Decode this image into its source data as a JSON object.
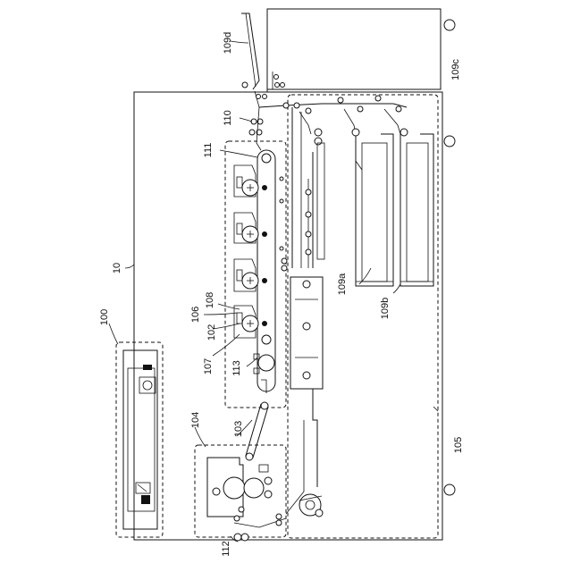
{
  "diagram": {
    "labels": {
      "l10": "10",
      "l100": "100",
      "l102": "102",
      "l103": "103",
      "l104": "104",
      "l105": "105",
      "l106": "106",
      "l107": "107",
      "l108": "108",
      "l109a": "109a",
      "l109b": "109b",
      "l109c": "109c",
      "l109d": "109d",
      "l110": "110",
      "l111": "111",
      "l112": "112",
      "l113": "113"
    }
  }
}
